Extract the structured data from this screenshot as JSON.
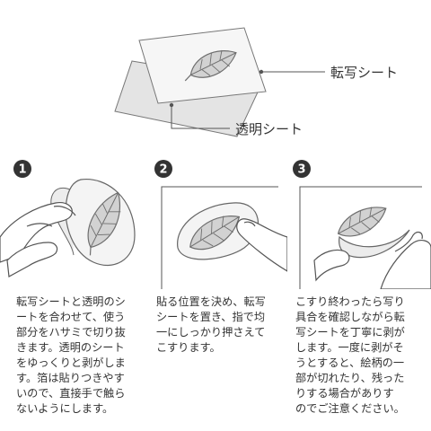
{
  "labels": {
    "transfer_sheet": "転写シート",
    "clear_sheet": "透明シート"
  },
  "steps": [
    {
      "number": "1",
      "text": "転写シートと透明のシ\nートを合わせて、使う\n部分をハサミで切り抜\nきます。透明のシート\nをゆっくりと剥がしま\nす。箔は貼りつきやす\nいので、直接手で触ら\nないようにします。"
    },
    {
      "number": "2",
      "text": "貼る位置を決め、転写\nシートを置き、指で均\n一にしっかり押さえて\nこすります。"
    },
    {
      "number": "3",
      "text": "こすり終わったら写り\n具合を確認しながら転\n写シートを丁寧に剥が\nします。一度に剥がそ\nうとすると、絵柄の一\n部が切れたり、残った\nりする場合がありす\nのでご注意ください。"
    }
  ],
  "colors": {
    "line": "#555555",
    "leaf_fill": "#d2d2d2",
    "leaf_stroke": "#6e6e6e",
    "sheet_top": "#f7f7f7",
    "sheet_bottom": "#e6e6e6"
  },
  "icons": [
    "leaf-icon",
    "hand-icon",
    "finger-icon"
  ]
}
